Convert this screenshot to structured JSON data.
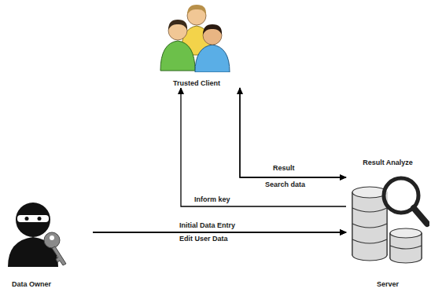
{
  "diagram": {
    "nodes": [
      {
        "text": [
          "Trusted Client"
        ]
      },
      {
        "text": [
          "Result Analyze",
          "Server"
        ]
      },
      {
        "text": [
          "Data Owner"
        ]
      }
    ],
    "edges": [
      {
        "from": 1,
        "to": 0,
        "label": "Result",
        "arrow": "to"
      },
      {
        "from": 0,
        "to": 1,
        "label": "Search data",
        "arrow": "to"
      },
      {
        "from": 1,
        "to": 0,
        "label": "Inform key",
        "arrow": "to"
      },
      {
        "from": 2,
        "to": 1,
        "label": "Initial Data Entry",
        "arrow": "to"
      },
      {
        "from": 2,
        "to": 1,
        "label": "Edit User Data",
        "arrow": "to"
      }
    ]
  }
}
